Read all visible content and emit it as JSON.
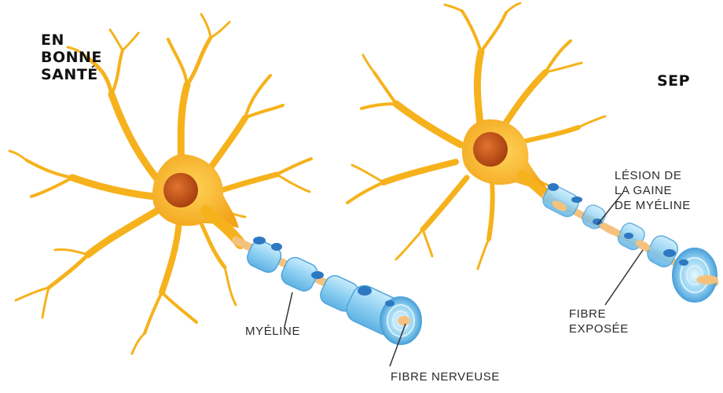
{
  "panels": {
    "healthy": {
      "title": "EN\nBONNE\nSANTÉ"
    },
    "ms": {
      "title": "SEP"
    }
  },
  "labels": {
    "myelin": "MYÉLINE",
    "nerve_fiber": "FIBRE NERVEUSE",
    "lesion": "LÉSION DE\nLA GAINE\nDE MYÉLINE",
    "exposed_fiber": "FIBRE\nEXPOSÉE"
  },
  "colors": {
    "neuron": "#F6B21C",
    "neuron_dark": "#E39A0E",
    "nucleus": "#C9551B",
    "myelin": "#8FD0F2",
    "myelin_edge": "#4FA4DB",
    "fiber": "#F5C27E",
    "schwann_bump": "#2E78C2",
    "text": "#111111"
  }
}
